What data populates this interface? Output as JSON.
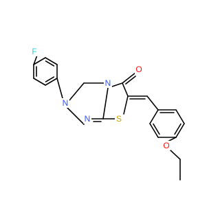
{
  "molecule": {
    "atoms": [
      {
        "id": "F",
        "label": "F",
        "color": "#33cccc"
      },
      {
        "id": "N1",
        "label": "N",
        "color": "#3050f8"
      },
      {
        "id": "N2",
        "label": "N",
        "color": "#3050f8"
      },
      {
        "id": "N3",
        "label": "N",
        "color": "#3050f8"
      },
      {
        "id": "O1",
        "label": "O",
        "color": "#ff0d0d"
      },
      {
        "id": "S1",
        "label": "S",
        "color": "#c8a000"
      },
      {
        "id": "O2",
        "label": "O",
        "color": "#ff0d0d"
      }
    ]
  }
}
